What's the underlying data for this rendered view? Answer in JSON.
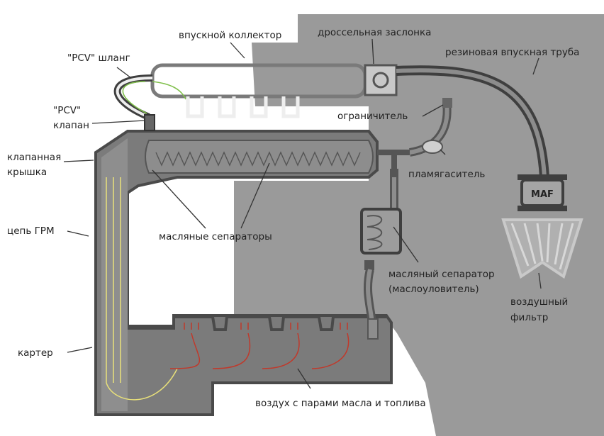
{
  "labels": {
    "intake_manifold": "впускной коллектор",
    "throttle": "дроссельная заслонка",
    "intake_pipe": "резиновая впускная труба",
    "pcv_hose": "\"PCV\"  шланг",
    "pcv_valve_1": "\"PCV\"",
    "pcv_valve_2": "клапан",
    "restrictor": "ограничитель",
    "valve_cover_1": "клапанная",
    "valve_cover_2": "крышка",
    "flame_arrester": "пламягаситель",
    "maf": "MAF",
    "timing_chain": "цепь ГРМ",
    "oil_separators": "масляные сепараторы",
    "oil_separator_1": "масляный сепаратор",
    "oil_separator_2": "(маслоуловитель)",
    "air_filter_1": "воздушный",
    "air_filter_2": "фильтр",
    "crankcase": "картер",
    "blowby": "воздух с парами масла и топлива"
  },
  "colors": {
    "background_shade": "#9a9a9a",
    "engine_fill": "#7b7b7b",
    "pipe_stroke": "#4a4a4a",
    "fresh_air_arrows": "#e8e07a",
    "blowby_arrows": "#c0392b",
    "pcv_flow_arrows": "#7fbf4a"
  }
}
